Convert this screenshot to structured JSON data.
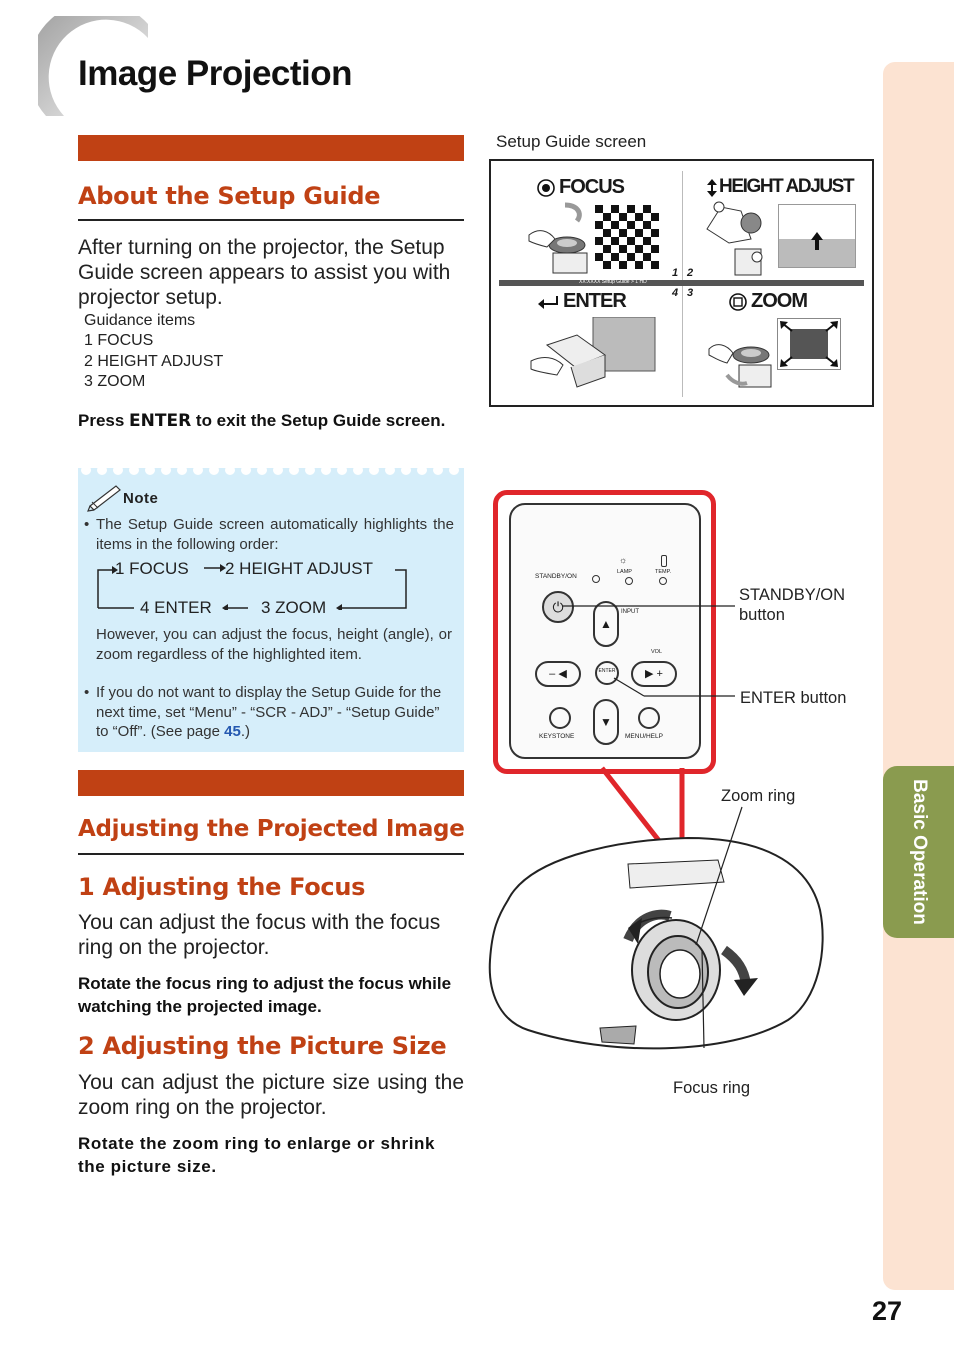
{
  "page": {
    "title": "Image Projection",
    "page_number": "27",
    "side_tab": "Basic Operation"
  },
  "setup_guide": {
    "heading": "About the Setup Guide",
    "intro": "After turning on the projector, the Setup Guide screen appears to assist you with projector setup.",
    "guidance_title": "Guidance items",
    "guidance_items": [
      "1 FOCUS",
      "2 HEIGHT ADJUST",
      "3 ZOOM"
    ],
    "press_prefix": "Press ",
    "press_key": "ENTER",
    "press_suffix": " to exit the Setup Guide screen."
  },
  "note": {
    "label": "Note",
    "bullet1": "The Setup Guide screen automatically highlights the items in the following order:",
    "flow": [
      "1 FOCUS",
      "2 HEIGHT ADJUST",
      "3 ZOOM",
      "4 ENTER"
    ],
    "after_flow": "However, you can adjust the focus, height (angle), or zoom regardless of the highlighted item.",
    "bullet2_pre": "If you do not want to display the Setup Guide for the next time, set “Menu” - “SCR - ADJ” - “Setup Guide” to “Off”. (See page ",
    "bullet2_link": "45",
    "bullet2_post": ".)"
  },
  "adjusting": {
    "heading": "Adjusting the Projected Image",
    "focus_heading": "1 Adjusting the Focus",
    "focus_body": "You can adjust the focus with the focus ring on the projector.",
    "focus_instr": "Rotate the focus ring to adjust the focus while watching the projected image.",
    "size_heading": "2 Adjusting the Picture Size",
    "size_body": "You can adjust the picture size using the zoom ring on the projector.",
    "size_instr": "Rotate the zoom ring to enlarge or shrink the picture size."
  },
  "setup_screen": {
    "caption": "Setup Guide screen",
    "focus": "FOCUS",
    "height_adjust": "HEIGHT ADJUST",
    "enter": "ENTER",
    "zoom": "ZOOM",
    "n1": "1",
    "n2": "2",
    "n3": "3",
    "n4": "4",
    "strip_text": "XX:XXXX     Setup Guide     >     1 HD"
  },
  "panel": {
    "standby_label": "STANDBY/ON",
    "lamp": "LAMP",
    "temp": "TEMP.",
    "input": "INPUT",
    "vol": "VOL",
    "enter_key": "ENTER",
    "keystone": "KEYSTONE",
    "menu_help": "MENU/HELP"
  },
  "callouts": {
    "standby": "STANDBY/ON button",
    "enter": "ENTER button",
    "zoom_ring": "Zoom ring",
    "focus_ring": "Focus ring"
  },
  "colors": {
    "accent": "#c04114",
    "note_bg": "#d6eefa",
    "side_tab": "#fce3d2",
    "side_green": "#8a9b4f",
    "callout_red": "#e0262b",
    "link_blue": "#2458b0"
  }
}
